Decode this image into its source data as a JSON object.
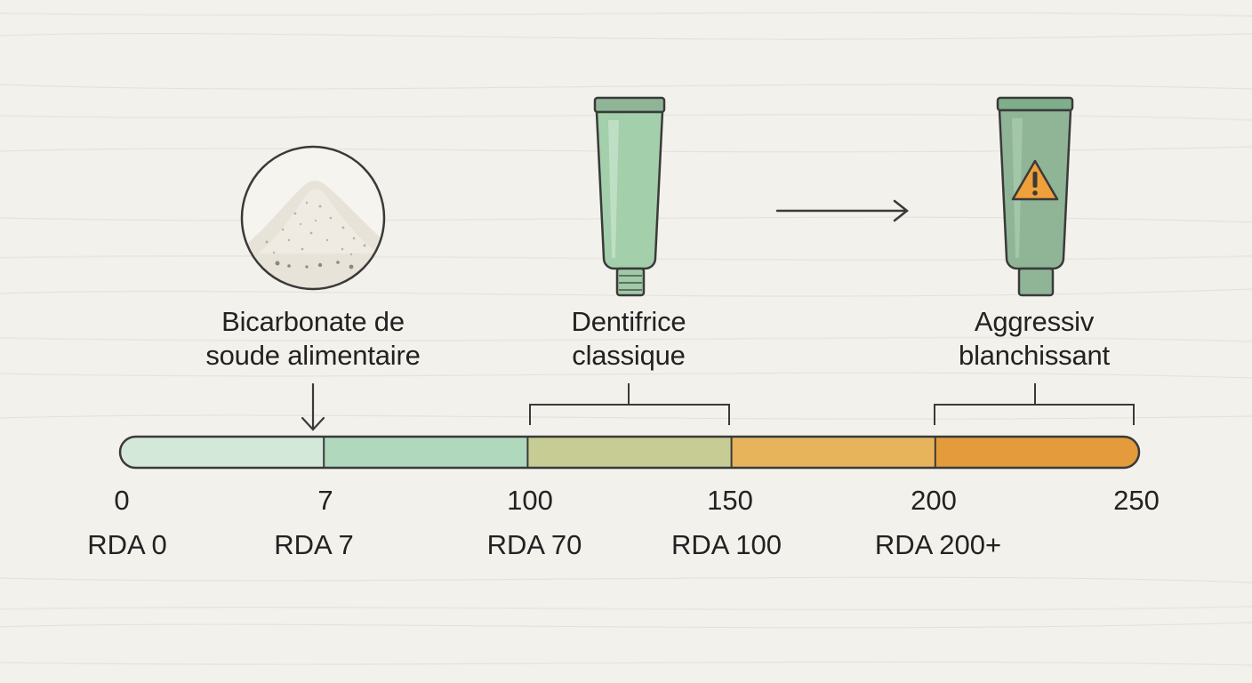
{
  "labels": {
    "baking_soda": {
      "line1": "Bicarbonate de",
      "line2": "soude alimentaire"
    },
    "classic": {
      "line1": "Dentifrice",
      "line2": "classique"
    },
    "aggressive": {
      "line1": "Aggressiv",
      "line2": "blanchissant"
    }
  },
  "scale": {
    "ticks": [
      "0",
      "7",
      "100",
      "150",
      "200",
      "250"
    ],
    "rda": [
      "RDA 0",
      "RDA 7",
      "RDA 70",
      "RDA 100",
      "RDA 200+"
    ],
    "segments": [
      {
        "from": "0",
        "to": "7",
        "color": "#d4e8da"
      },
      {
        "from": "7",
        "to": "100",
        "color": "#b0d8bd"
      },
      {
        "from": "100",
        "to": "150",
        "color": "#c6cc93"
      },
      {
        "from": "150",
        "to": "200",
        "color": "#e7b45c"
      },
      {
        "from": "200",
        "to": "250",
        "color": "#e39b3c"
      }
    ]
  },
  "colors": {
    "tube": "#9fcaa6",
    "tube_dark": "#7fae8a",
    "tube_sage": "#8fb596",
    "warning": "#f0a03a",
    "outline": "#3a3a3a"
  },
  "icons": [
    "powder-pile-icon",
    "toothpaste-tube-icon",
    "arrow-right-icon",
    "warning-toothpaste-tube-icon",
    "warning-icon"
  ]
}
